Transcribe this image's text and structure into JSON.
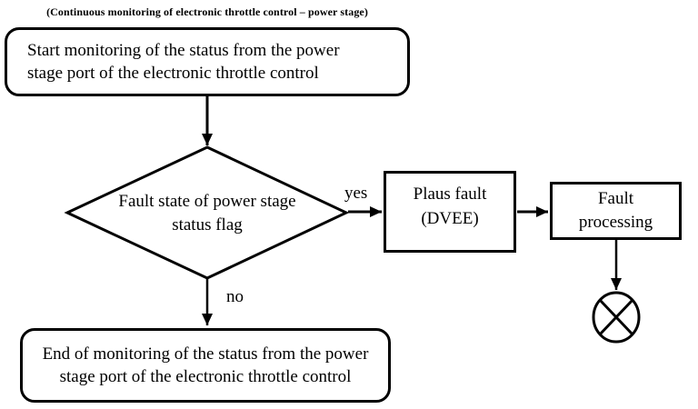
{
  "title": "(Continuous monitoring of electronic throttle control – power stage)",
  "flow": {
    "start": {
      "lines": [
        "Start monitoring of the status from the power",
        "stage port of the electronic throttle control"
      ]
    },
    "decision": {
      "lines": [
        "Fault state of power stage",
        "status flag"
      ]
    },
    "branches": {
      "yes": "yes",
      "no": "no"
    },
    "plaus_fault": {
      "lines": [
        "Plaus fault",
        "(DVEE)"
      ]
    },
    "fault_processing": {
      "lines": [
        "Fault",
        "processing"
      ]
    },
    "end": {
      "lines": [
        "End of monitoring of the status from the power",
        "stage port of the electronic throttle control"
      ]
    },
    "terminator_icon": "circled-x"
  },
  "colors": {
    "ink": "#000000",
    "background": "#ffffff"
  }
}
